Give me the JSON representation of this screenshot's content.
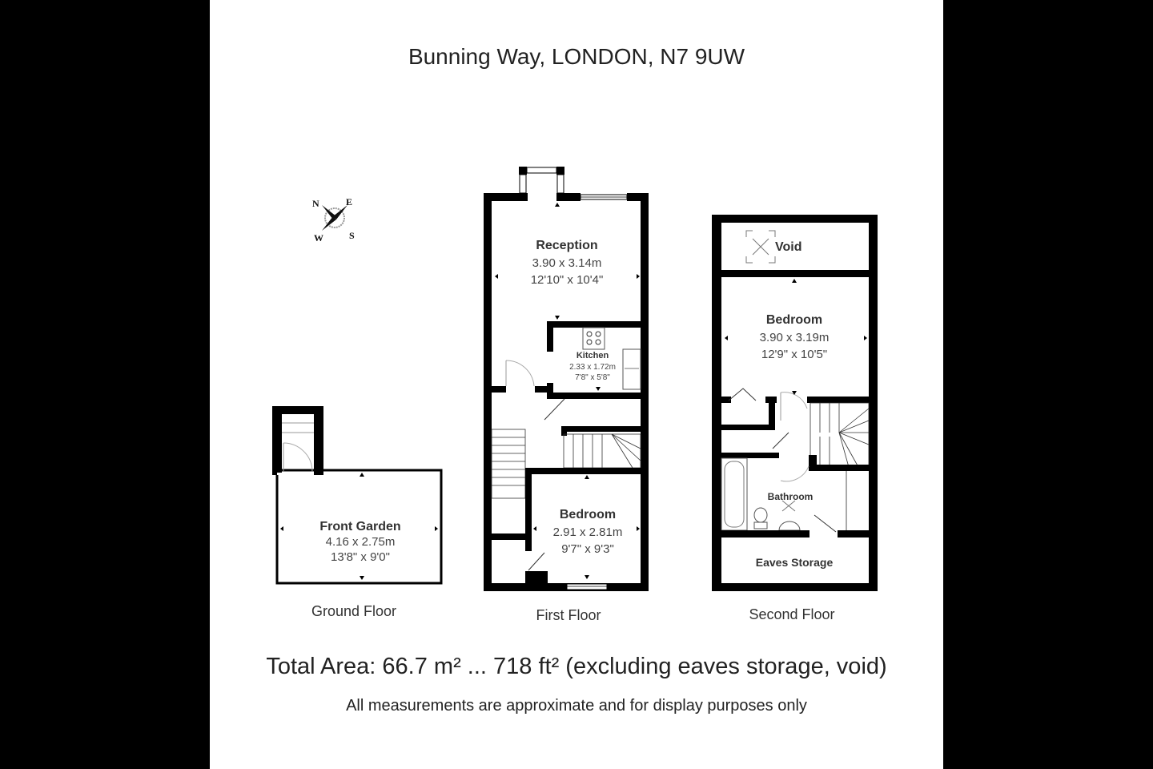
{
  "title": "Bunning Way, LONDON, N7 9UW",
  "compass": {
    "n": "N",
    "e": "E",
    "s": "S",
    "w": "W"
  },
  "floors": [
    {
      "label": "Ground Floor",
      "rooms": [
        {
          "name": "Front Garden",
          "metric": "4.16 x 2.75m",
          "imperial": "13'8\" x 9'0\""
        }
      ]
    },
    {
      "label": "First Floor",
      "rooms": [
        {
          "name": "Reception",
          "metric": "3.90 x 3.14m",
          "imperial": "12'10\" x 10'4\""
        },
        {
          "name": "Kitchen",
          "metric": "2.33 x 1.72m",
          "imperial": "7'8\" x 5'8\""
        },
        {
          "name": "Bedroom",
          "metric": "2.91 x 2.81m",
          "imperial": "9'7\" x 9'3\""
        }
      ]
    },
    {
      "label": "Second Floor",
      "rooms": [
        {
          "name": "Void"
        },
        {
          "name": "Bedroom",
          "metric": "3.90 x 3.19m",
          "imperial": "12'9\" x 10'5\""
        },
        {
          "name": "Bathroom"
        },
        {
          "name": "Eaves Storage"
        }
      ]
    }
  ],
  "total_area": "Total Area: 66.7 m² ... 718 ft² (excluding eaves storage, void)",
  "disclaimer": "All measurements are approximate and for display purposes only",
  "colors": {
    "wall": "#000000",
    "background": "#ffffff",
    "margin": "#000000",
    "text": "#222222"
  }
}
